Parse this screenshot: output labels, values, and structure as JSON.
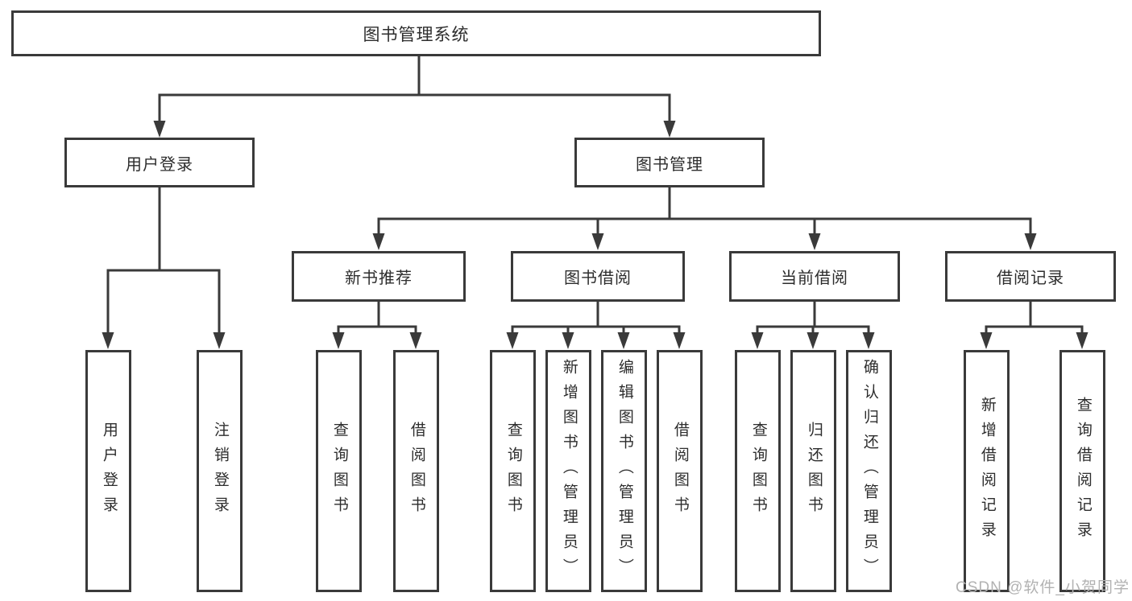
{
  "tree": {
    "label": "图书管理系统",
    "children": [
      {
        "label": "用户登录",
        "children": [
          {
            "label": "用户登录"
          },
          {
            "label": "注销登录"
          }
        ]
      },
      {
        "label": "图书管理",
        "children": [
          {
            "label": "新书推荐",
            "children": [
              {
                "label": "查询图书"
              },
              {
                "label": "借阅图书"
              }
            ]
          },
          {
            "label": "图书借阅",
            "children": [
              {
                "label": "查询图书"
              },
              {
                "label": "新增图书（管理员）"
              },
              {
                "label": "编辑图书（管理员）"
              },
              {
                "label": "借阅图书"
              }
            ]
          },
          {
            "label": "当前借阅",
            "children": [
              {
                "label": "查询图书"
              },
              {
                "label": "归还图书"
              },
              {
                "label": "确认归还（管理员）"
              }
            ]
          },
          {
            "label": "借阅记录",
            "children": [
              {
                "label": "新增借阅记录"
              },
              {
                "label": "查询借阅记录"
              }
            ]
          }
        ]
      }
    ]
  },
  "watermark": {
    "text": "CSDN @软件_小贺同学"
  },
  "colors": {
    "line": "#3a3a3a",
    "text": "#2d2d2d",
    "box_fill": "#ffffff",
    "background": "#ffffff",
    "watermark": "#b2b2b2"
  }
}
